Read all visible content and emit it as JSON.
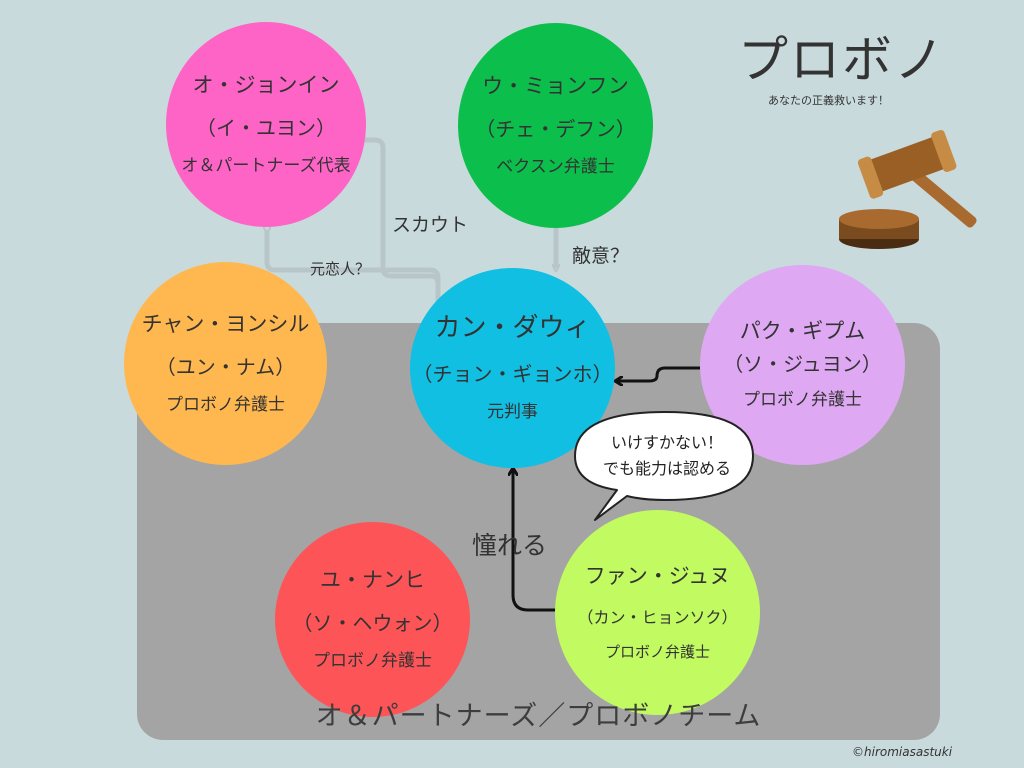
{
  "title": "プロボノ",
  "subtitle": "あなたの正義救います！",
  "team_label": "オ＆パートナーズ／プロボノチーム",
  "credit": "©hiromiasastuki",
  "speech_bubble": {
    "line1": "いけすかない！",
    "line2": "でも能力は認める"
  },
  "relations": {
    "scout": "スカウト",
    "ex_lover": "元恋人？",
    "hostility": "敵意？",
    "admire": "憧れる"
  },
  "colors": {
    "pink": "#fd64c6",
    "green": "#0cbf4c",
    "orange": "#ffb84f",
    "cyan": "#10bfe2",
    "lavender": "#dea8f3",
    "red": "#fd5457",
    "lime": "#c2fa62",
    "team_box": "#a4a4a4",
    "background": "#c9dadd"
  },
  "characters": {
    "oh": {
      "name": "オ・ジョンイン",
      "actor": "（イ・ユヨン）",
      "role": "オ＆パートナーズ代表"
    },
    "woo": {
      "name": "ウ・ミョンフン",
      "actor": "（チェ・デフン）",
      "role": "ベクスン弁護士"
    },
    "chan": {
      "name": "チャン・ヨンシル",
      "actor": "（ユン・ナム）",
      "role": "プロボノ弁護士"
    },
    "kang": {
      "name": "カン・ダウィ",
      "actor": "（チョン・ギョンホ）",
      "role": "元判事"
    },
    "park": {
      "name": "パク・ギプム",
      "actor": "（ソ・ジュヨン）",
      "role": "プロボノ弁護士"
    },
    "yu": {
      "name": "ユ・ナンヒ",
      "actor": "（ソ・ヘウォン）",
      "role": "プロボノ弁護士"
    },
    "hwang": {
      "name": "ファン・ジュヌ",
      "actor": "（カン・ヒョンソク）",
      "role": "プロボノ弁護士"
    }
  }
}
